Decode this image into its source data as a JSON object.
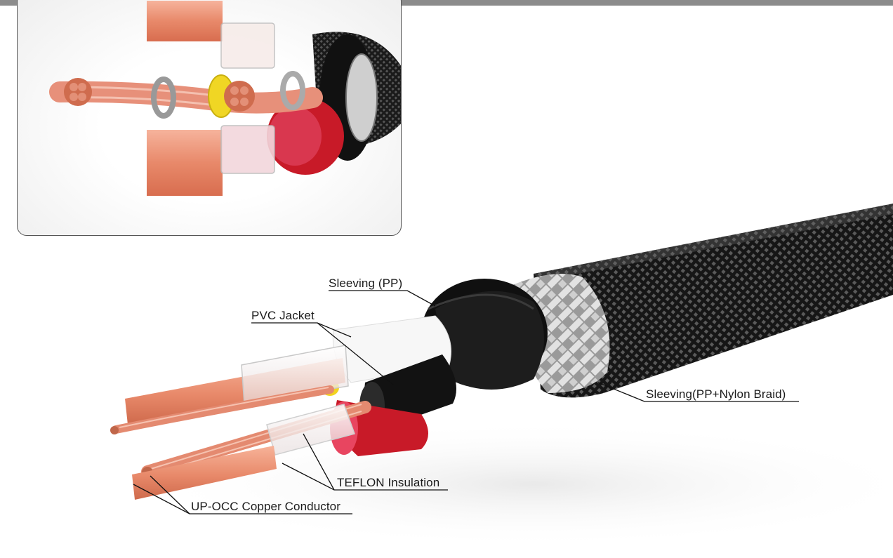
{
  "labels": {
    "sleeving_pp": "Sleeving (PP)",
    "pvc_jacket": "PVC Jacket",
    "sleeving_braid": "Sleeving(PP+Nylon Braid)",
    "teflon": "TEFLON Insulation",
    "conductor": "UP-OCC Copper Conductor"
  },
  "colors": {
    "copper": "#e8896a",
    "red_insulation": "#d01c2a",
    "yellow_filler": "#e8d21a",
    "black_jacket": "#1c1c1c",
    "braid_shield": "#c9c9c9",
    "frame": "#555555"
  },
  "icons": [
    "cable-cross-section-illustration",
    "cable-inset-detail-illustration"
  ]
}
